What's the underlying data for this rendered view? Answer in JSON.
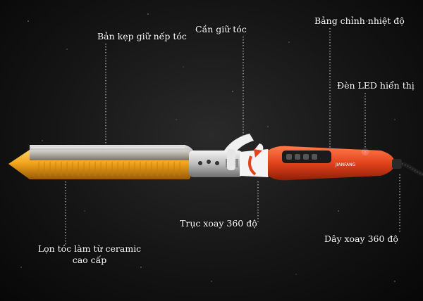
{
  "labels": {
    "clamp_plate": "Bản kẹp giữ nếp tóc",
    "hair_lever": "Cần giữ tóc",
    "temp_panel": "Bảng chỉnh nhiệt độ",
    "led_display": "Đèn LED hiển thị",
    "rotating_shaft": "Trục xoay 360 độ",
    "ceramic_barrel_line1": "Lọn tóc làm từ ceramic",
    "ceramic_barrel_line2": "cao cấp",
    "cord_swivel": "Dây xoay 360 độ"
  },
  "product": {
    "brand_text": "JIANFANG"
  },
  "colors": {
    "barrel_gold": "#f2a51c",
    "handle_red": "#e2431c",
    "background": "#121212"
  }
}
